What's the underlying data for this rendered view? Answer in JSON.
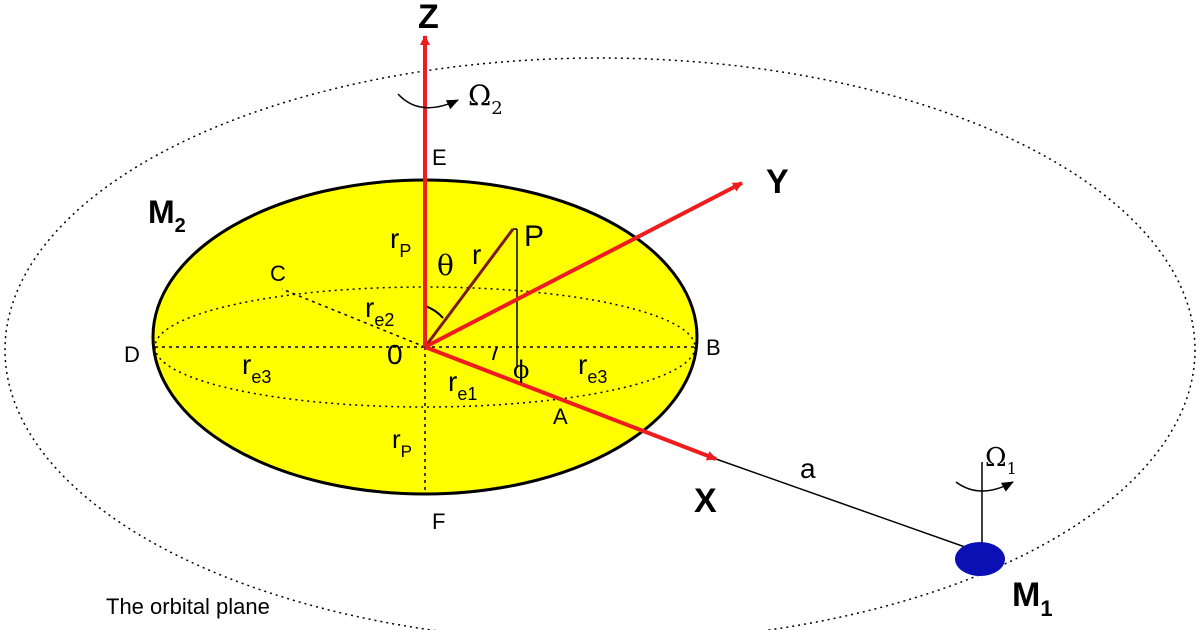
{
  "axes": {
    "z": "Z",
    "y": "Y",
    "x": "X",
    "color": "#ee1c1c"
  },
  "body2": {
    "name": "M",
    "sub": "2",
    "fill": "#ffff00"
  },
  "body1": {
    "name": "M",
    "sub": "1",
    "fill": "#0a10b4"
  },
  "points": {
    "P": "P",
    "A": "A",
    "B": "B",
    "C": "C",
    "D": "D",
    "E": "E",
    "F": "F",
    "origin": "0"
  },
  "radii": {
    "r": "r",
    "rp_base": "r",
    "rp_sub": "P",
    "re1_base": "r",
    "re1_sub": "e1",
    "re2_base": "r",
    "re2_sub": "e2",
    "re3_base": "r",
    "re3_sub": "e3"
  },
  "angles": {
    "theta": "θ",
    "phi": "ϕ"
  },
  "spin": {
    "omega": "Ω",
    "omega2_sub": "2",
    "omega1_sub": "1"
  },
  "distance": "a",
  "orbit_caption": "The orbital plane",
  "colors": {
    "radius_line": "#7a1a1a"
  }
}
